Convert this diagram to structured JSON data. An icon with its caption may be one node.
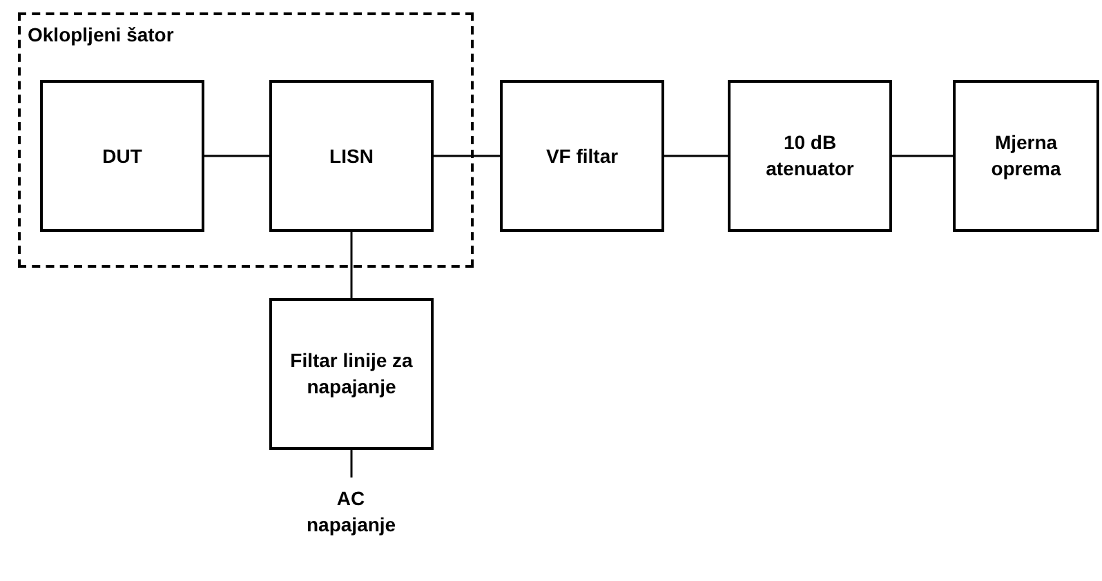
{
  "diagram": {
    "nodes": [
      {
        "text": [
          "Oklopljeni šator"
        ]
      },
      {
        "text": [
          "DUT"
        ],
        "in": 0
      },
      {
        "text": [
          "LISN"
        ],
        "in": 0
      },
      {
        "text": [
          "VF filtar"
        ]
      },
      {
        "text": [
          "10 dB atenuator"
        ]
      },
      {
        "text": [
          "Mjerna oprema"
        ]
      },
      {
        "text": [
          "Filtar linije za napajanje"
        ]
      },
      {
        "text": [
          "AC napajanje"
        ]
      }
    ],
    "edges": [
      {
        "from": 1,
        "to": 2,
        "arrow": "none"
      },
      {
        "from": 2,
        "to": 3,
        "arrow": "none"
      },
      {
        "from": 3,
        "to": 4,
        "arrow": "none"
      },
      {
        "from": 4,
        "to": 5,
        "arrow": "none"
      },
      {
        "from": 2,
        "to": 6,
        "arrow": "none"
      },
      {
        "from": 6,
        "to": 7,
        "arrow": "none"
      }
    ]
  }
}
